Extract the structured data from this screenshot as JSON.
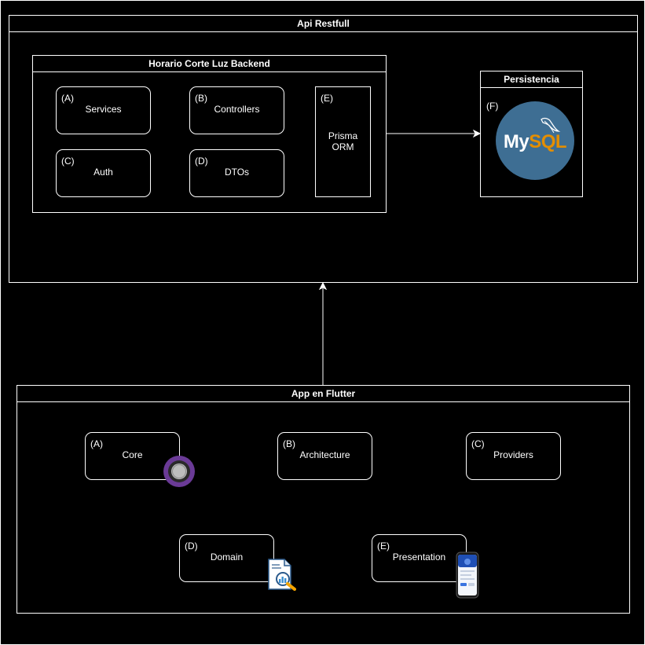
{
  "api": {
    "title": "Api Restfull",
    "backend": {
      "title": "Horario Corte Luz Backend",
      "items": [
        {
          "tag": "(A)",
          "label": "Services"
        },
        {
          "tag": "(B)",
          "label": "Controllers"
        },
        {
          "tag": "(C)",
          "label": "Auth"
        },
        {
          "tag": "(D)",
          "label": "DTOs"
        },
        {
          "tag": "(E)",
          "label": "Prisma ORM"
        }
      ]
    },
    "persistence": {
      "title": "Persistencia",
      "tag": "(F)",
      "logo_text_a": "My",
      "logo_text_b": "SQL",
      "logo_color": "#3e6e93"
    }
  },
  "flutter": {
    "title": "App en Flutter",
    "items": [
      {
        "tag": "(A)",
        "label": "Core"
      },
      {
        "tag": "(B)",
        "label": "Architecture"
      },
      {
        "tag": "(C)",
        "label": "Providers"
      },
      {
        "tag": "(D)",
        "label": "Domain"
      },
      {
        "tag": "(E)",
        "label": "Presentation"
      }
    ],
    "icons": {
      "core": "core-ring-icon",
      "domain": "document-analytics-icon",
      "presentation": "mobile-app-icon"
    }
  }
}
